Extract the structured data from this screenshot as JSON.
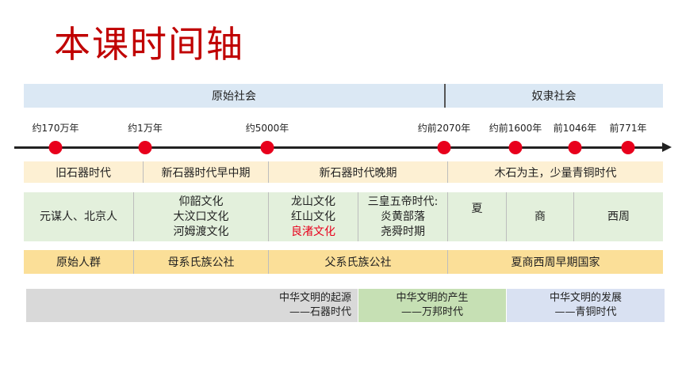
{
  "title": "本课时间轴",
  "eras": [
    {
      "label": "原始社会"
    },
    {
      "label": "奴隶社会"
    }
  ],
  "timeline": {
    "points": [
      {
        "label": "约170万年"
      },
      {
        "label": "约1万年"
      },
      {
        "label": "约5000年"
      },
      {
        "label": "约前2070年"
      },
      {
        "label": "约前1600年"
      },
      {
        "label": "前1046年"
      },
      {
        "label": "前771年"
      }
    ]
  },
  "tool_row": [
    {
      "label": "旧石器时代"
    },
    {
      "label": "新石器时代早中期"
    },
    {
      "label": "新石器时代晚期"
    },
    {
      "label": "木石为主，少量青铜时代"
    }
  ],
  "culture_row": {
    "c1": "元谋人、北京人",
    "c2": [
      "仰韶文化",
      "大汶口文化",
      "河姆渡文化"
    ],
    "c3": [
      "龙山文化",
      "红山文化",
      "良渚文化"
    ],
    "c4": [
      "三皇五帝时代:",
      "炎黄部落",
      "尧舜时期"
    ],
    "c5": "夏",
    "c6": "商",
    "c7": "西周"
  },
  "society_row": [
    {
      "label": "原始人群"
    },
    {
      "label": "母系氏族公社"
    },
    {
      "label": "父系氏族公社"
    },
    {
      "label": "夏商西周早期国家"
    }
  ],
  "civilization": [
    {
      "line1": "中华文明的起源",
      "line2": "——石器时代"
    },
    {
      "line1": "中华文明的产生",
      "line2": "——万邦时代"
    },
    {
      "line1": "中华文明的发展",
      "line2": "——青铜时代"
    }
  ],
  "colors": {
    "title": "#c00000",
    "era_band": "#dbe8f4",
    "dot": "#e8001c",
    "tool_row": "#fdf0d3",
    "culture_row": "#e3f0dc",
    "society_row": "#fbdf98",
    "civ_stone": "#d9d9d9",
    "civ_wanbang": "#c6e0b4",
    "civ_bronze": "#d9e1f2"
  }
}
